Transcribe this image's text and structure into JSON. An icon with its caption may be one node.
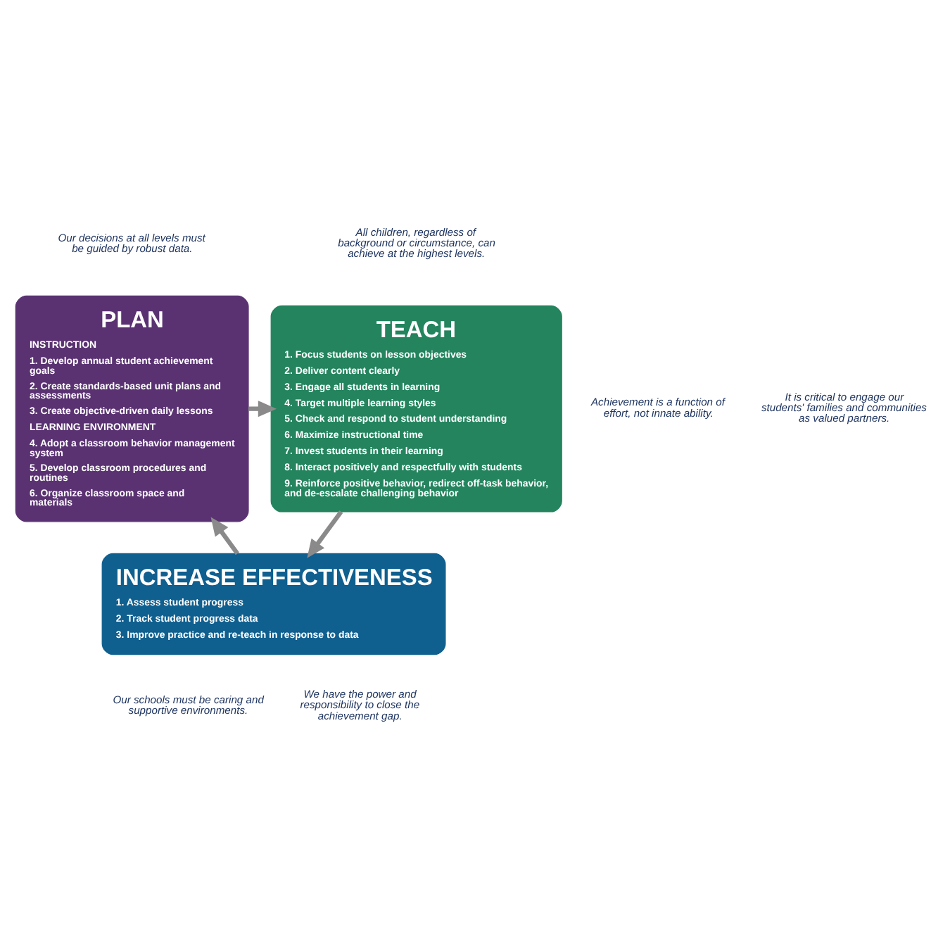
{
  "diagram": {
    "nodes": [
      {
        "text": [
          "PLAN",
          "INSTRUCTION",
          "1. Develop annual student achievement goals",
          "2. Create standards-based unit plans and assessments",
          "3. Create objective-driven daily lessons",
          "LEARNING ENVIRONMENT",
          "4. Adopt a classroom behavior management system",
          "5. Develop classroom procedures and routines",
          "6. Organize classroom space and materials"
        ]
      },
      {
        "text": [
          "TEACH",
          "1. Focus students on lesson objectives",
          "2. Deliver content clearly",
          "3. Engage all students in learning",
          "4. Target multiple learning styles",
          "5. Check and respond to student understanding",
          "6. Maximize instructional time",
          "7. Invest students in their learning",
          "8. Interact positively and respectfully with students",
          "9. Reinforce positive behavior, redirect off-task behavior, and de-escalate challenging behavior"
        ]
      },
      {
        "text": [
          "INCREASE EFFECTIVENESS",
          "1. Assess student progress",
          "2. Track student progress data",
          "3. Improve practice and re-teach in response to data"
        ]
      }
    ],
    "edges": [
      {
        "from": 0,
        "to": 1,
        "arrow": "to"
      },
      {
        "from": 1,
        "to": 2,
        "arrow": "to"
      },
      {
        "from": 2,
        "to": 0,
        "arrow": "to"
      }
    ],
    "labels": [
      "Our decisions at all levels must be guided by robust data.",
      "All children, regardless of background or circumstance, can achieve at the highest levels.",
      "Achievement is a function of effort, not innate ability.",
      "We have the power and responsibility to close the achievement gap.",
      "Our schools must be caring and supportive environments.",
      "It is critical to engage our students' families and communities as valued partners."
    ]
  }
}
